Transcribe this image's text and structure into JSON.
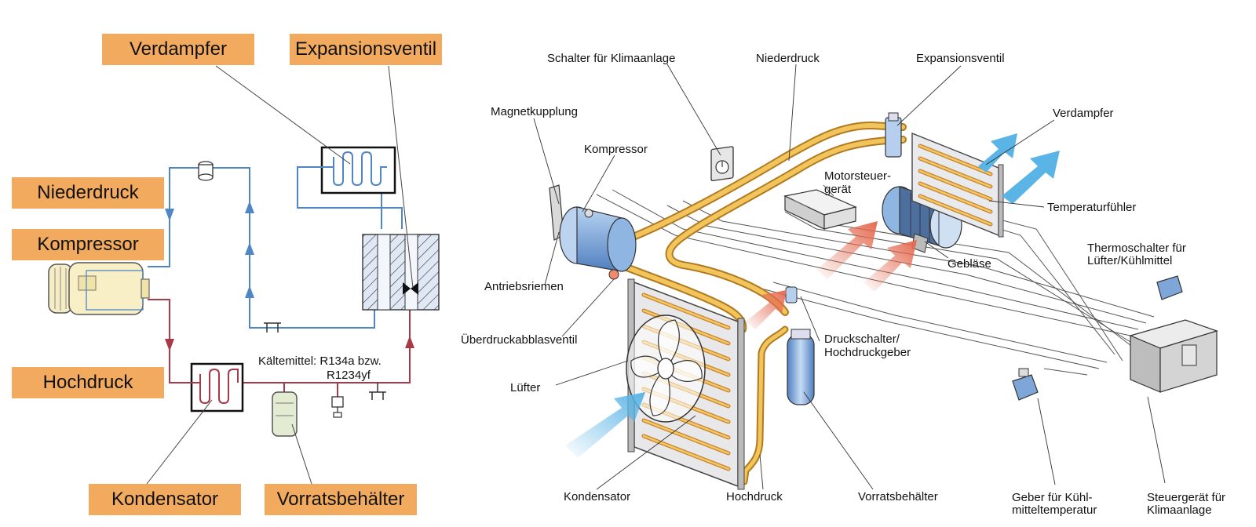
{
  "schematic": {
    "labels": {
      "verdampfer": "Verdampfer",
      "expansionsventil": "Expansionsventil",
      "niederdruck": "Niederdruck",
      "kompressor": "Kompressor",
      "hochdruck": "Hochdruck",
      "kondensator": "Kondensator",
      "vorratsbehaelter": "Vorratsbehälter"
    },
    "refrigerant_note": {
      "line1": "Kältemittel: R134a bzw.",
      "line2": "R1234yf"
    },
    "colors": {
      "label_fill": "#f2aa5e",
      "low_pressure_line": "#4f86c6",
      "high_pressure_line": "#a83a48"
    }
  },
  "system": {
    "labels": {
      "schalter": "Schalter für Klimaanlage",
      "niederdruck": "Niederdruck",
      "expansionsventil": "Expansionsventil",
      "magnetkupplung": "Magnetkupplung",
      "verdampfer": "Verdampfer",
      "kompressor": "Kompressor",
      "motorsteuer_1": "Motorsteuer-",
      "motorsteuer_2": "gerät",
      "temperaturfuehler": "Temperaturfühler",
      "thermoschalter_1": "Thermoschalter für",
      "thermoschalter_2": "Lüfter/Kühlmittel",
      "antriebsriemen": "Antriebsriemen",
      "geblaese": "Gebläse",
      "ueberdruck": "Überdruckabblasventil",
      "druckschalter_1": "Druckschalter/",
      "druckschalter_2": "Hochdruckgeber",
      "luefter": "Lüfter",
      "kondensator": "Kondensator",
      "hochdruck": "Hochdruck",
      "vorratsbehaelter": "Vorratsbehälter",
      "geber_1": "Geber für Kühl-",
      "geber_2": "mitteltemperatur",
      "steuergeraet_1": "Steuergerät für",
      "steuergeraet_2": "Klimaanlage"
    },
    "colors": {
      "pipe": "#e9a53a",
      "pipe_light": "#f7d37a",
      "cold_air": "#5ab4e6",
      "warm_air": "#e46a50",
      "component": "#6f9fd8"
    }
  }
}
